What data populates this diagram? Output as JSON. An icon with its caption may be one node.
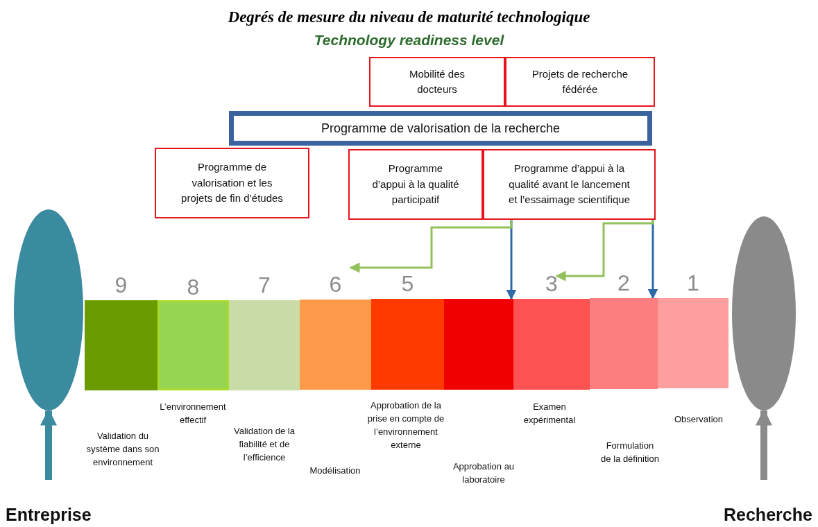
{
  "diagram": {
    "title": "Degrés de mesure du niveau de maturité technologique",
    "caption": "Technology readiness level",
    "nodes": [
      {
        "text": [
          "Mobilité des docteurs"
        ]
      },
      {
        "text": [
          "Projets de recherche fédérée"
        ]
      },
      {
        "text": [
          "Programme de valorisation de la recherche"
        ]
      },
      {
        "text": [
          "Programme de valorisation et les projets de fin d’études"
        ]
      },
      {
        "text": [
          "Programme d’appui à la qualité participatif"
        ]
      },
      {
        "text": [
          "Programme d’appui à la qualité avant le lancement et l’essaimage scientifique"
        ]
      },
      {
        "text": [],
        "shape": "ellipse"
      },
      {
        "text": [
          "9"
        ]
      },
      {
        "text": [
          "8"
        ]
      },
      {
        "text": [
          "7"
        ]
      },
      {
        "text": [
          "6"
        ]
      },
      {
        "text": [
          "5"
        ]
      },
      {
        "text": [],
        "shape": "box"
      },
      {
        "text": [
          "3"
        ]
      },
      {
        "text": [
          "2"
        ]
      },
      {
        "text": [
          "1"
        ]
      },
      {
        "text": [],
        "shape": "ellipse"
      }
    ],
    "edges": [
      {
        "from": 5,
        "to": 12,
        "arrow": "to",
        "color": "#2e6aa6"
      },
      {
        "from": 5,
        "to": 10,
        "arrow": "to",
        "color": "#92c05a"
      },
      {
        "from": 5,
        "to": 14,
        "arrow": "to",
        "color": "#2e6aa6"
      },
      {
        "from": 5,
        "to": 13,
        "arrow": "to",
        "color": "#92c05a"
      },
      {
        "from": null,
        "to": 6,
        "arrow": "to",
        "style": "thick",
        "color": "#3a8aa0"
      },
      {
        "from": null,
        "to": 16,
        "arrow": "to",
        "style": "thick",
        "color": "#8a8a8a"
      }
    ],
    "labels": [
      "Validation du système dans son environnement",
      "L’environnement effectif",
      "Validation de la fiabilité et de l’efficience",
      "Modélisation",
      "Approbation de la prise en compte de l’environnement externe",
      "Approbation au laboratoire",
      "Examen expérimental",
      "Formulation de la définition",
      "Observation",
      "Entreprise",
      "Recherche"
    ]
  }
}
